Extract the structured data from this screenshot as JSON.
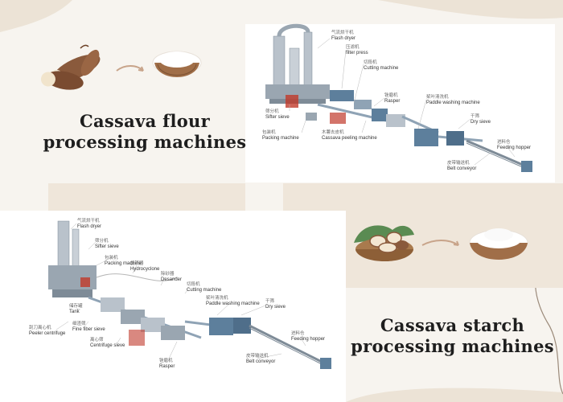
{
  "flour": {
    "title_line1": "Cassava flour",
    "title_line2": "processing machines",
    "labels": [
      {
        "zh": "气流烘干机",
        "en": "Flash dryer"
      },
      {
        "zh": "压滤机",
        "en": "filter press"
      },
      {
        "zh": "切段机",
        "en": "Cutting machine"
      },
      {
        "zh": "锉磨机",
        "en": "Rasper"
      },
      {
        "zh": "桨叶清洗机",
        "en": "Paddle washing machine"
      },
      {
        "zh": "干筛",
        "en": "Dry sieve"
      },
      {
        "zh": "进料仓",
        "en": "Feeding hopper"
      },
      {
        "zh": "皮带输送机",
        "en": "Belt conveyor"
      },
      {
        "zh": "木薯去皮机",
        "en": "Cassava peeling machine"
      },
      {
        "zh": "包装机",
        "en": "Packing machine"
      },
      {
        "zh": "筛分机",
        "en": "Sifter sieve"
      }
    ]
  },
  "starch": {
    "title_line1": "Cassava starch",
    "title_line2": "processing machines",
    "labels": [
      {
        "zh": "气流烘干机",
        "en": "Flash dryer"
      },
      {
        "zh": "筛分机",
        "en": "Sifter sieve"
      },
      {
        "zh": "包装机",
        "en": "Packing machine"
      },
      {
        "zh": "旋流器",
        "en": "Hydrocyclone"
      },
      {
        "zh": "除砂器",
        "en": "Desander"
      },
      {
        "zh": "切段机",
        "en": "Cutting machine"
      },
      {
        "zh": "桨叶清洗机",
        "en": "Paddle washing machine"
      },
      {
        "zh": "干筛",
        "en": "Dry sieve"
      },
      {
        "zh": "储存罐",
        "en": "Tank"
      },
      {
        "zh": "细渣筛",
        "en": "Fine fiber sieve"
      },
      {
        "zh": "刮刀离心机",
        "en": "Peeler centrifuge"
      },
      {
        "zh": "离心筛",
        "en": "Centrifuge sieve"
      },
      {
        "zh": "进料仓",
        "en": "Feeding hopper"
      },
      {
        "zh": "皮带输送机",
        "en": "Belt conveyor"
      },
      {
        "zh": "锉磨机",
        "en": "Rasper"
      }
    ]
  },
  "colors": {
    "background": "#f7f4ef",
    "beige": "#efe6da",
    "panel": "#ffffff",
    "machine_blue": "#5d7f9c",
    "machine_grey": "#b9c2cb",
    "accent_red": "#c0392b",
    "arrow": "#c8a48a",
    "cassava_skin": "#8a5a3c",
    "cassava_flesh": "#f5ecd9",
    "bowl": "#a06e48",
    "flour_white": "#ffffff"
  },
  "icons": {
    "arrow": "curved-arrow-icon",
    "cassava": "cassava-roots-icon",
    "flour_bowl": "flour-bowl-icon",
    "basket": "cassava-basket-icon",
    "starch_bowl": "starch-bowl-icon"
  }
}
